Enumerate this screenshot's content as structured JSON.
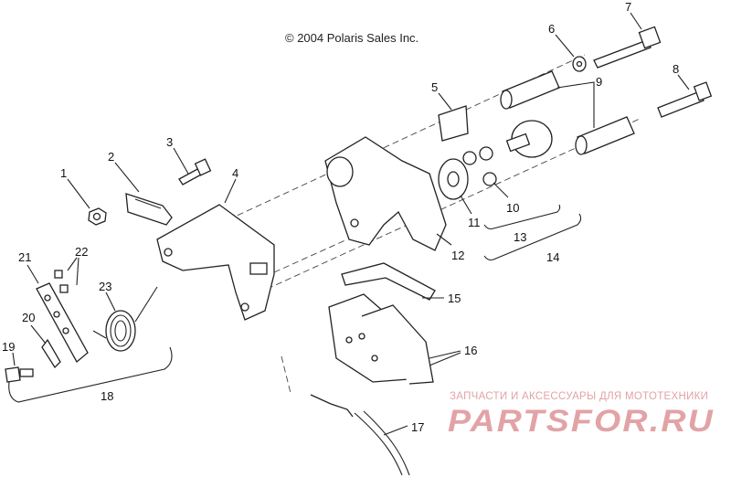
{
  "copyright": "© 2004 Polaris Sales Inc.",
  "watermark": {
    "top_line": "ЗАПЧАСТИ И АКСЕССУАРЫ ДЛЯ МОТОТЕХНИКИ",
    "logo_text": "PARTSFOR.RU",
    "color": "#e2a3a6"
  },
  "callouts": [
    "1",
    "2",
    "3",
    "4",
    "5",
    "6",
    "7",
    "8",
    "9",
    "10",
    "11",
    "12",
    "13",
    "14",
    "15",
    "16",
    "17",
    "18",
    "19",
    "20",
    "21",
    "22",
    "23"
  ]
}
